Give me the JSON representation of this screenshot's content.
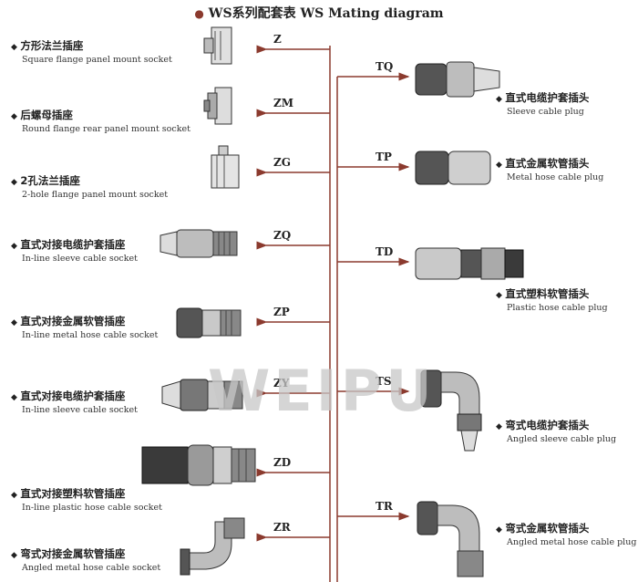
{
  "title": {
    "bullet": "●",
    "text": "WS系列配套表   WS  Mating diagram"
  },
  "left_items": [
    {
      "code": "Z",
      "cn": "方形法兰插座",
      "en": "Square flange panel mount socket"
    },
    {
      "code": "ZM",
      "cn": "后螺母插座",
      "en": "Round flange rear panel mount socket"
    },
    {
      "code": "ZG",
      "cn": "2孔法兰插座",
      "en": "2-hole flange panel mount socket"
    },
    {
      "code": "ZQ",
      "cn": "直式对接电缆护套插座",
      "en": "In-line sleeve cable socket"
    },
    {
      "code": "ZP",
      "cn": "直式对接金属软管插座",
      "en": "In-line metal hose cable socket"
    },
    {
      "code": "ZY",
      "cn": "直式对接电缆护套插座",
      "en": "In-line sleeve cable socket"
    },
    {
      "code": "ZD",
      "cn": "直式对接塑料软管插座",
      "en": "In-line plastic hose cable socket"
    },
    {
      "code": "ZR",
      "cn": "弯式对接金属软管插座",
      "en": "Angled metal hose cable socket"
    }
  ],
  "right_items": [
    {
      "code": "TQ",
      "cn": "直式电缆护套插头",
      "en": "Sleeve cable plug"
    },
    {
      "code": "TP",
      "cn": "直式金属软管插头",
      "en": "Metal hose cable plug"
    },
    {
      "code": "TD",
      "cn": "直式塑料软管插头",
      "en": "Plastic hose cable plug"
    },
    {
      "code": "TS",
      "cn": "弯式电缆护套插头",
      "en": "Angled sleeve cable plug"
    },
    {
      "code": "TR",
      "cn": "弯式金属软管插头",
      "en": "Angled metal hose cable plug"
    }
  ],
  "bullet": "◆",
  "watermark": "WEIPU",
  "colors": {
    "line": "#8b3a2e",
    "metal": "#9a9a9a",
    "dark": "#333333"
  }
}
